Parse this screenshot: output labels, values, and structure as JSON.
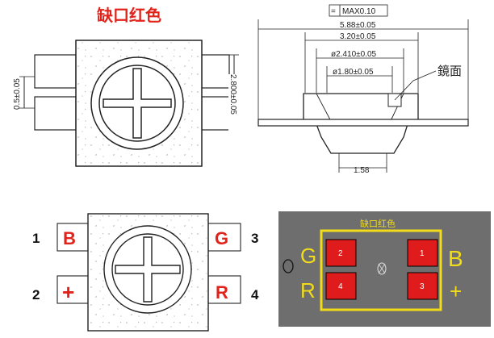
{
  "title": "缺口红色",
  "dimensions": {
    "flatness": "MAX0.10",
    "flatness_symbol": "=",
    "width_outer": "5.88±0.05",
    "width_inner": "3.20±0.05",
    "dia_outer": "ø2.410±0.05",
    "dia_inner": "ø1.80±0.05",
    "base_width": "1.58",
    "pin_pitch": "0.5±0.05",
    "body_height": "2.800±0.05",
    "lens_label": "鏡面"
  },
  "pinout": {
    "pins": [
      {
        "number": "1",
        "label": "B"
      },
      {
        "number": "2",
        "label": "+"
      },
      {
        "number": "3",
        "label": "G"
      },
      {
        "number": "4",
        "label": "R"
      }
    ]
  },
  "pcb": {
    "title": "缺口红色",
    "left_top": "G",
    "left_bottom": "R",
    "right_top": "B",
    "right_bottom": "+",
    "pads": [
      "2",
      "1",
      "4",
      "3"
    ]
  },
  "colors": {
    "accent_red": "#e0241c",
    "pcb_background": "#6e6e6e",
    "pcb_yellow": "#f2dc1a",
    "pcb_pad": "#e01b1b"
  }
}
